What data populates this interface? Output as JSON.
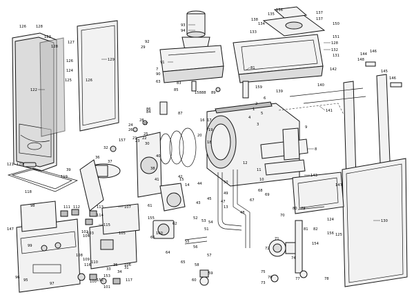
{
  "diagram": {
    "callouts": [
      {
        "id": "c1",
        "text": "126"
      },
      {
        "id": "c2",
        "text": "123"
      },
      {
        "id": "c3",
        "text": "128"
      },
      {
        "id": "c4",
        "text": "128"
      },
      {
        "id": "c5",
        "text": "126"
      },
      {
        "id": "c6",
        "text": "124"
      },
      {
        "id": "c7",
        "text": "125"
      },
      {
        "id": "c8",
        "text": "122"
      },
      {
        "id": "c9",
        "text": "127"
      },
      {
        "id": "c10",
        "text": "126"
      },
      {
        "id": "c11",
        "text": "129"
      },
      {
        "id": "c12",
        "text": "121"
      },
      {
        "id": "c13",
        "text": "120"
      },
      {
        "id": "c14",
        "text": "119"
      },
      {
        "id": "c15",
        "text": "118"
      },
      {
        "id": "c16",
        "text": "93"
      },
      {
        "id": "c17",
        "text": "94"
      },
      {
        "id": "c18",
        "text": "92"
      },
      {
        "id": "c19",
        "text": "29"
      },
      {
        "id": "c20",
        "text": "91"
      },
      {
        "id": "c21",
        "text": "7"
      },
      {
        "id": "c22",
        "text": "90"
      },
      {
        "id": "c23",
        "text": "63"
      },
      {
        "id": "c24",
        "text": "136"
      },
      {
        "id": "c25",
        "text": "135"
      },
      {
        "id": "c26",
        "text": "137"
      },
      {
        "id": "c27",
        "text": "138"
      },
      {
        "id": "c28",
        "text": "137"
      },
      {
        "id": "c29",
        "text": "134"
      },
      {
        "id": "c30",
        "text": "133"
      },
      {
        "id": "c31",
        "text": "150"
      },
      {
        "id": "c32",
        "text": "151"
      },
      {
        "id": "c33",
        "text": "128"
      },
      {
        "id": "c34",
        "text": "132"
      },
      {
        "id": "c35",
        "text": "131"
      },
      {
        "id": "c36",
        "text": "81"
      },
      {
        "id": "c37",
        "text": "144"
      },
      {
        "id": "c38",
        "text": "146"
      },
      {
        "id": "c39",
        "text": "148"
      },
      {
        "id": "c40",
        "text": "142"
      },
      {
        "id": "c41",
        "text": "145"
      },
      {
        "id": "c42",
        "text": "146"
      },
      {
        "id": "c43",
        "text": "139"
      },
      {
        "id": "c44",
        "text": "140"
      },
      {
        "id": "c45",
        "text": "141"
      },
      {
        "id": "c46",
        "text": "143"
      },
      {
        "id": "c47",
        "text": "147"
      },
      {
        "id": "c48",
        "text": "130"
      },
      {
        "id": "c49",
        "text": "8"
      },
      {
        "id": "c50",
        "text": "32"
      },
      {
        "id": "c51",
        "text": "157"
      },
      {
        "id": "c52",
        "text": "28"
      },
      {
        "id": "c53",
        "text": "27"
      },
      {
        "id": "c54",
        "text": "26"
      },
      {
        "id": "c55",
        "text": "24"
      },
      {
        "id": "c56",
        "text": "25"
      },
      {
        "id": "c57",
        "text": "20"
      },
      {
        "id": "c58",
        "text": "19"
      },
      {
        "id": "c59",
        "text": "18"
      },
      {
        "id": "c60",
        "text": "30"
      },
      {
        "id": "c61",
        "text": "37"
      },
      {
        "id": "c62",
        "text": "36"
      },
      {
        "id": "c63",
        "text": "39"
      },
      {
        "id": "c64",
        "text": "40"
      },
      {
        "id": "c65",
        "text": "38"
      },
      {
        "id": "c66",
        "text": "41"
      },
      {
        "id": "c67",
        "text": "42"
      },
      {
        "id": "c68",
        "text": "44"
      },
      {
        "id": "c69",
        "text": "45"
      },
      {
        "id": "c70",
        "text": "43"
      },
      {
        "id": "c71",
        "text": "47"
      },
      {
        "id": "c72",
        "text": "48"
      },
      {
        "id": "c73",
        "text": "49"
      },
      {
        "id": "c74",
        "text": "50"
      },
      {
        "id": "c75",
        "text": "10"
      },
      {
        "id": "c76",
        "text": "11"
      },
      {
        "id": "c77",
        "text": "12"
      },
      {
        "id": "c78",
        "text": "4"
      },
      {
        "id": "c79",
        "text": "5"
      },
      {
        "id": "c80",
        "text": "6"
      },
      {
        "id": "c81",
        "text": "2"
      },
      {
        "id": "c82",
        "text": "1"
      },
      {
        "id": "c83",
        "text": "3"
      },
      {
        "id": "c84",
        "text": "159"
      },
      {
        "id": "c85",
        "text": "158"
      },
      {
        "id": "c86",
        "text": "84"
      },
      {
        "id": "c87",
        "text": "86"
      },
      {
        "id": "c88",
        "text": "87"
      },
      {
        "id": "c89",
        "text": "83"
      },
      {
        "id": "c90",
        "text": "85"
      },
      {
        "id": "c91",
        "text": "88"
      },
      {
        "id": "c92",
        "text": "89"
      },
      {
        "id": "c93",
        "text": "98"
      },
      {
        "id": "c94",
        "text": "111"
      },
      {
        "id": "c95",
        "text": "112"
      },
      {
        "id": "c96",
        "text": "113"
      },
      {
        "id": "c97",
        "text": "114"
      },
      {
        "id": "c98",
        "text": "107"
      },
      {
        "id": "c99",
        "text": "115"
      },
      {
        "id": "c100",
        "text": "147"
      },
      {
        "id": "c101",
        "text": "99"
      },
      {
        "id": "c102",
        "text": "102"
      },
      {
        "id": "c103",
        "text": "103"
      },
      {
        "id": "c104",
        "text": "104"
      },
      {
        "id": "c105",
        "text": "105"
      },
      {
        "id": "c106",
        "text": "106"
      },
      {
        "id": "c107",
        "text": "108"
      },
      {
        "id": "c108",
        "text": "109"
      },
      {
        "id": "c109",
        "text": "110"
      },
      {
        "id": "c110",
        "text": "116"
      },
      {
        "id": "c111",
        "text": "117"
      },
      {
        "id": "c112",
        "text": "100"
      },
      {
        "id": "c113",
        "text": "101"
      },
      {
        "id": "c114",
        "text": "96"
      },
      {
        "id": "c115",
        "text": "95"
      },
      {
        "id": "c116",
        "text": "97"
      },
      {
        "id": "c117",
        "text": "152"
      },
      {
        "id": "c118",
        "text": "153"
      },
      {
        "id": "c119",
        "text": "155"
      },
      {
        "id": "c120",
        "text": "160"
      },
      {
        "id": "c121",
        "text": "62"
      },
      {
        "id": "c122",
        "text": "66"
      },
      {
        "id": "c123",
        "text": "64"
      },
      {
        "id": "c124",
        "text": "65"
      },
      {
        "id": "c125",
        "text": "61"
      },
      {
        "id": "c126",
        "text": "53"
      },
      {
        "id": "c127",
        "text": "54"
      },
      {
        "id": "c128",
        "text": "52"
      },
      {
        "id": "c129",
        "text": "51"
      },
      {
        "id": "c130",
        "text": "55"
      },
      {
        "id": "c131",
        "text": "56"
      },
      {
        "id": "c132",
        "text": "57"
      },
      {
        "id": "c133",
        "text": "58"
      },
      {
        "id": "c134",
        "text": "59"
      },
      {
        "id": "c135",
        "text": "60"
      },
      {
        "id": "c136",
        "text": "67"
      },
      {
        "id": "c137",
        "text": "68"
      },
      {
        "id": "c138",
        "text": "69"
      },
      {
        "id": "c139",
        "text": "70"
      },
      {
        "id": "c140",
        "text": "71"
      },
      {
        "id": "c141",
        "text": "72"
      },
      {
        "id": "c142",
        "text": "73"
      },
      {
        "id": "c143",
        "text": "74"
      },
      {
        "id": "c144",
        "text": "75"
      },
      {
        "id": "c145",
        "text": "76"
      },
      {
        "id": "c146",
        "text": "77"
      },
      {
        "id": "c147",
        "text": "78"
      },
      {
        "id": "c148",
        "text": "79"
      },
      {
        "id": "c149",
        "text": "80"
      },
      {
        "id": "c150",
        "text": "81"
      },
      {
        "id": "c151",
        "text": "82"
      },
      {
        "id": "c152",
        "text": "124"
      },
      {
        "id": "c153",
        "text": "125"
      },
      {
        "id": "c154",
        "text": "154"
      },
      {
        "id": "c155",
        "text": "156"
      },
      {
        "id": "c156",
        "text": "31"
      },
      {
        "id": "c157",
        "text": "33"
      },
      {
        "id": "c158",
        "text": "34"
      },
      {
        "id": "c159",
        "text": "35"
      },
      {
        "id": "c160",
        "text": "21"
      },
      {
        "id": "c161",
        "text": "22"
      },
      {
        "id": "c162",
        "text": "23"
      },
      {
        "id": "c163",
        "text": "13"
      },
      {
        "id": "c164",
        "text": "14"
      },
      {
        "id": "c165",
        "text": "15"
      },
      {
        "id": "c166",
        "text": "16"
      },
      {
        "id": "c167",
        "text": "17"
      },
      {
        "id": "c168",
        "text": "9"
      }
    ]
  }
}
